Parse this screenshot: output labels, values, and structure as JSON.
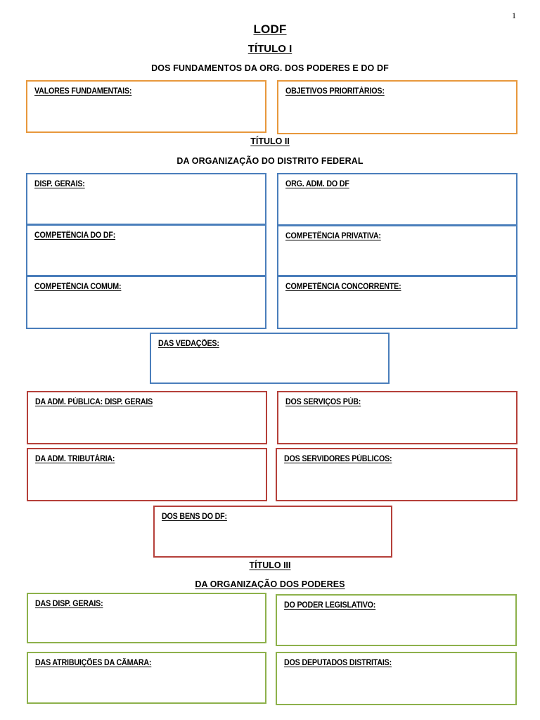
{
  "document": {
    "page_number": "1",
    "title": "LODF"
  },
  "headings": {
    "titulo1": "TÍTULO I",
    "subtitulo1": "DOS FUNDAMENTOS DA ORG. DOS PODERES E DO DF",
    "titulo2": "TÍTULO II",
    "subtitulo2": "DA ORGANIZAÇÃO DO DISTRITO FEDERAL",
    "titulo3": "TÍTULO III",
    "subtitulo3": "DA ORGANIZAÇÃO DOS PODERES"
  },
  "colors": {
    "orange": "#E8983C",
    "blue": "#4A7EBB",
    "red": "#B5403A",
    "green": "#8DB14B"
  },
  "sections": [
    {
      "id": "titulo-1",
      "color": "orange",
      "boxes": [
        {
          "label": "VALORES FUNDAMENTAIS:"
        },
        {
          "label": "OBJETIVOS PRIORITÁRIOS:"
        }
      ]
    },
    {
      "id": "titulo-2-organizacao",
      "color": "blue",
      "boxes": [
        {
          "label": "DISP. GERAIS:"
        },
        {
          "label": "ORG. ADM. DO DF"
        },
        {
          "label": "COMPETÊNCIA DO DF:"
        },
        {
          "label": "COMPETÊNCIA PRIVATIVA:"
        },
        {
          "label": "COMPETÊNCIA COMUM:"
        },
        {
          "label": "COMPETÊNCIA CONCORRENTE:"
        },
        {
          "label": "DAS VEDAÇÕES:"
        }
      ]
    },
    {
      "id": "titulo-2-administracao",
      "color": "red",
      "boxes": [
        {
          "label": "DA ADM. PÚBLICA: DISP. GERAIS"
        },
        {
          "label": "DOS SERVIÇOS PÚB:"
        },
        {
          "label": "DA ADM. TRIBUTÁRIA:"
        },
        {
          "label": "DOS SERVIDORES PÚBLICOS:"
        },
        {
          "label": "DOS BENS DO DF:"
        }
      ]
    },
    {
      "id": "titulo-3",
      "color": "green",
      "boxes": [
        {
          "label": "DAS DISP. GERAIS:"
        },
        {
          "label": "DO PODER LEGISLATIVO:"
        },
        {
          "label": "DAS ATRIBUIÇÕES DA CÂMARA:"
        },
        {
          "label": "DOS DEPUTADOS DISTRITAIS:"
        }
      ]
    }
  ]
}
